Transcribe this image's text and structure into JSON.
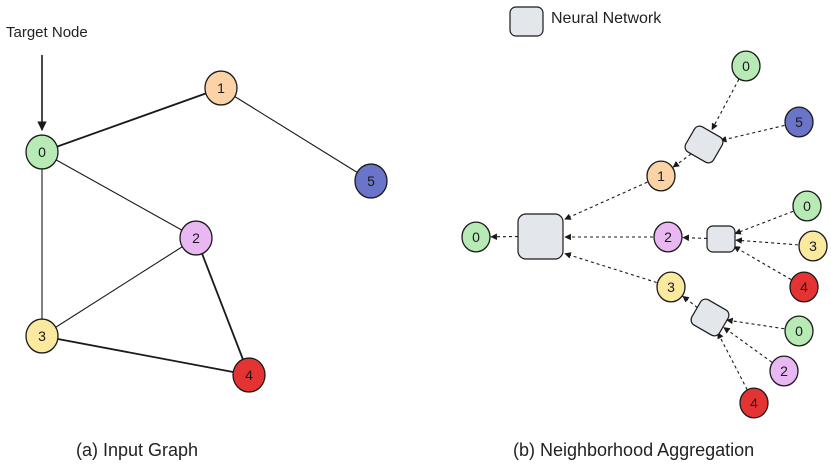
{
  "annotation": {
    "target_label": "Target Node"
  },
  "legend": {
    "label": "Neural Network"
  },
  "captions": {
    "a": "(a) Input Graph",
    "b": "(b) Neighborhood Aggregation"
  },
  "colors": {
    "0": "#b7eab4",
    "1": "#fbd3a6",
    "2": "#e9b7f1",
    "3": "#fbe9a0",
    "4": "#e53333",
    "5": "#6a74c9",
    "nn_fill": "#e3e6ea",
    "stroke": "#1a1a1a"
  },
  "graph": {
    "nodes": [
      "0",
      "1",
      "2",
      "3",
      "4",
      "5"
    ],
    "edges": [
      [
        "0",
        "1"
      ],
      [
        "1",
        "5"
      ],
      [
        "0",
        "2"
      ],
      [
        "0",
        "3"
      ],
      [
        "2",
        "3"
      ],
      [
        "2",
        "4"
      ],
      [
        "3",
        "4"
      ]
    ]
  },
  "aggregation": {
    "target": "0",
    "level1": [
      "1",
      "2",
      "3"
    ],
    "level2": {
      "1": [
        "0",
        "5"
      ],
      "2": [
        "0",
        "3",
        "4"
      ],
      "3": [
        "0",
        "2",
        "4"
      ]
    }
  }
}
